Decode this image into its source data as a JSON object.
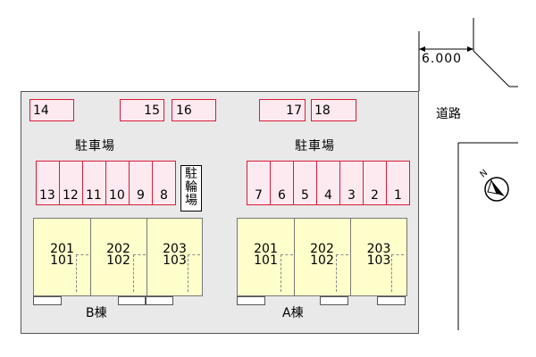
{
  "road": {
    "label": "道路",
    "width_label": "6.000"
  },
  "lots": {
    "label": "駐車場"
  },
  "bike_parking": {
    "chars": [
      "駐",
      "輪",
      "場"
    ]
  },
  "stalls_top": [
    "14",
    "15",
    "16",
    "17",
    "18"
  ],
  "stalls_left": [
    "13",
    "12",
    "11",
    "10",
    "9",
    "8"
  ],
  "stalls_right": [
    "7",
    "6",
    "5",
    "4",
    "3",
    "2",
    "1"
  ],
  "buildings": {
    "b": {
      "label": "B棟",
      "units": [
        [
          "201",
          "101"
        ],
        [
          "202",
          "102"
        ],
        [
          "203",
          "103"
        ]
      ]
    },
    "a": {
      "label": "A棟",
      "units": [
        [
          "201",
          "101"
        ],
        [
          "202",
          "102"
        ],
        [
          "203",
          "103"
        ]
      ]
    }
  },
  "north": {
    "label": "N"
  }
}
